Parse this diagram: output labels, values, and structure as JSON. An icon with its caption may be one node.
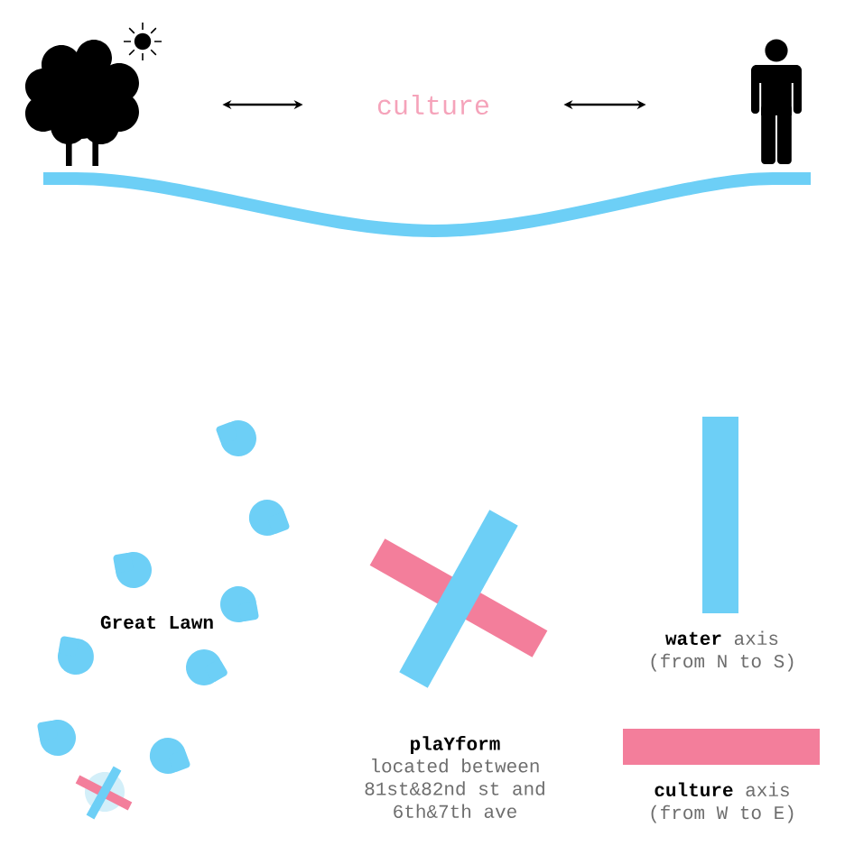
{
  "diagram": {
    "nodes": [
      {
        "text": [],
        "shape": "picture"
      },
      {
        "text": [
          "culture"
        ]
      },
      {
        "text": [],
        "shape": "person"
      }
    ],
    "edges": [
      {
        "from": 0,
        "to": 1,
        "arrow": "both"
      },
      {
        "from": 1,
        "to": 2,
        "arrow": "both"
      }
    ],
    "labels": [
      "Great Lawn",
      "plaYform",
      "located between 81st&82nd st and 6th&7th ave"
    ],
    "legend": [
      {
        "text": "**water** axis (from N to S)",
        "color": "#6dcff6"
      },
      {
        "text": "**culture** axis (from W to E)",
        "color": "#f37e9b"
      }
    ]
  }
}
